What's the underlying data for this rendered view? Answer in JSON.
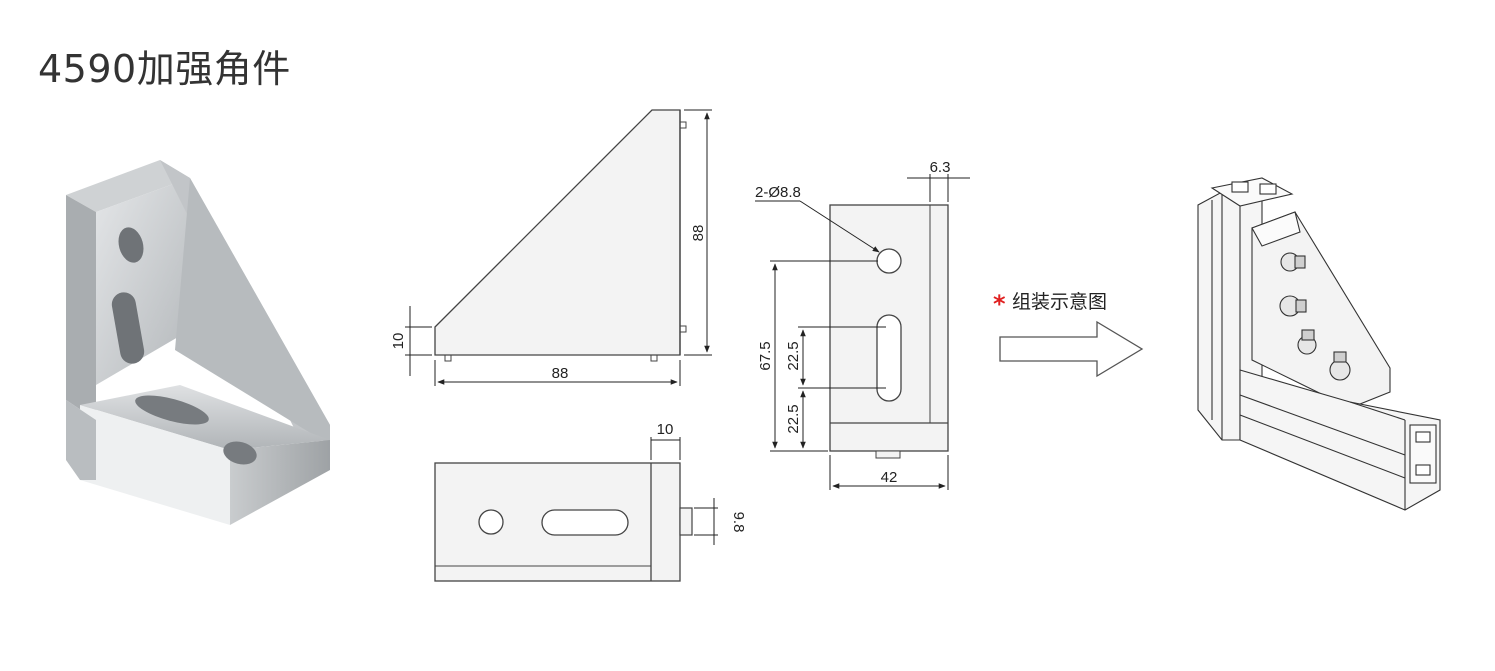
{
  "title": "4590加强角件",
  "labels": {
    "dim_88_vertical": "88",
    "dim_10_left": "10",
    "dim_88_bottom": "88",
    "dim_10_top": "10",
    "dim_9_8": "9.8",
    "dim_6_3": "6.3",
    "hole_spec": "2-Ø8.8",
    "dim_67_5": "67.5",
    "dim_22_5_upper": "22.5",
    "dim_22_5_lower": "22.5",
    "dim_42": "42",
    "assembly_star": "*",
    "assembly_label": "组装示意图"
  },
  "colors": {
    "part_fill": "#f2f2f2",
    "part_stroke": "#444444",
    "dim_line": "#222222",
    "accent_star": "#e02020",
    "metal_light": "#d9dcde",
    "metal_mid": "#b9bdc0",
    "metal_dark": "#8f9498"
  }
}
